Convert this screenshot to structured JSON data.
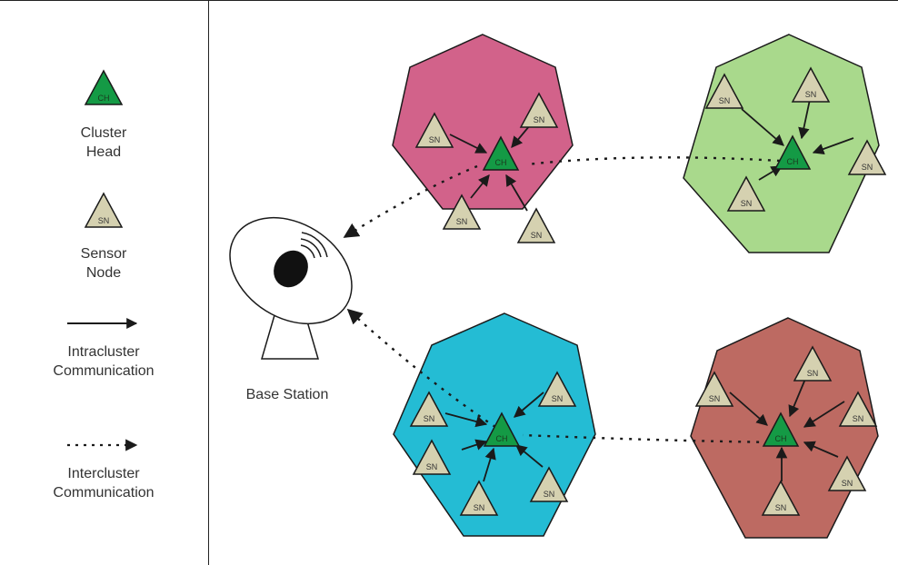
{
  "legend": {
    "cluster_head": [
      "Cluster",
      "Head"
    ],
    "sensor_node": [
      "Sensor",
      "Node"
    ],
    "intracluster": [
      "Intracluster",
      "Communication"
    ],
    "intercluster": [
      "Intercluster",
      "Communication"
    ]
  },
  "base_station": {
    "label": "Base Station"
  },
  "node_labels": {
    "sensor": "SN",
    "head": "CH"
  },
  "colors": {
    "cluster_pink": "#d2628a",
    "cluster_green": "#a9d98c",
    "cluster_cyan": "#24bcd4",
    "cluster_brown": "#bd6a62",
    "cluster_head": "#149a45",
    "sensor_node": "#d5d1b0",
    "stroke": "#1a1a1a"
  }
}
